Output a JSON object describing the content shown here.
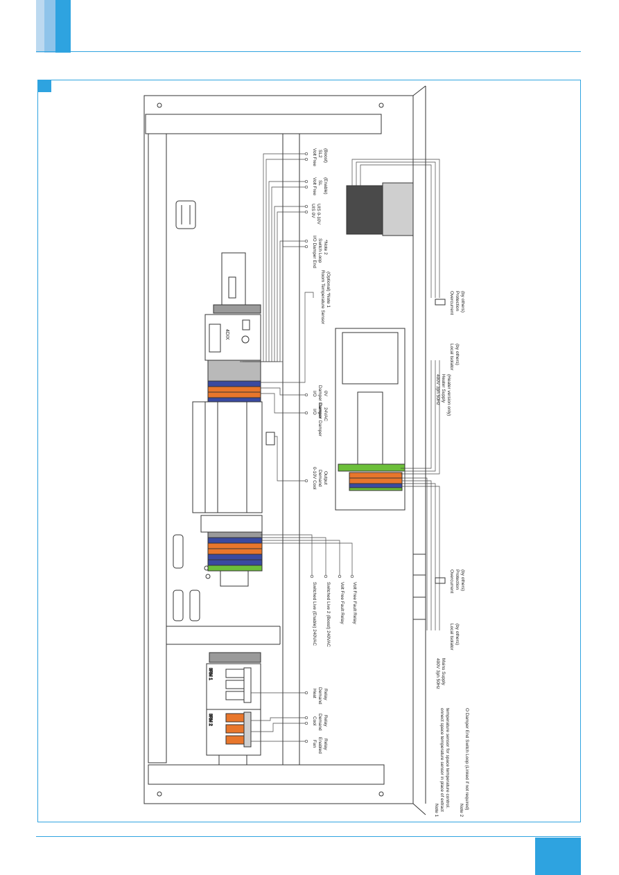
{
  "colors": {
    "accent": "#2ea3e0",
    "terminal_orange": "#e8762b",
    "terminal_blue": "#3a4aa0",
    "terminal_green": "#6cbf3a",
    "terminal_grey": "#9a9a9a",
    "contactor_dark": "#4a4a4a"
  },
  "labels": {
    "volt_free_sl2": [
      "Volt Free",
      "SL2",
      "(Boost)"
    ],
    "volt_free_sl": [
      "Volt Free",
      "SL",
      "(Enable)"
    ],
    "uis_0v": "UIS 0V",
    "uis_0_10v": "UIS 0-10V",
    "damper_end_switch": [
      "I/O Damper End",
      "Switch Loop",
      "*Note 2"
    ],
    "room_temp_sensor": [
      "Room Temperature Sensor",
      "(Optional) *Note 1"
    ],
    "damper_0v": [
      "I/O",
      "Damper Damper",
      "0V"
    ],
    "damper_24vac": [
      "I/O",
      "Damper Damper",
      "24VAC"
    ],
    "cool_demand_output": [
      "0-10V Cool",
      "Demand",
      "Output"
    ],
    "switched_live_enable": "Switched Live (Enable) 240VAC",
    "switched_live_boost": "Switched Live 2 (Boost) 240VAC",
    "volt_free_fault_1": "Volt Free Fault Relay",
    "volt_free_fault_2": "Volt Free Fault Relay",
    "heat_demand_relay": [
      "Heat",
      "Demand",
      "Relay"
    ],
    "cool_demand_relay": [
      "Cool",
      "Demand",
      "Relay"
    ],
    "fan_enabled_relay": [
      "Fan",
      "Enabled",
      "Relay"
    ],
    "heater_supply": [
      "400V 3ph 50Hz",
      "Heater Supply",
      "(Heater version only)"
    ],
    "heater_isolator": [
      "Local Isolator",
      "(by others)"
    ],
    "heater_overcurrent": [
      "Overcurrent",
      "Protection",
      "(by others)"
    ],
    "main_supply": [
      "400V 3ph 50Hz",
      "Mains Supply"
    ],
    "main_isolator": [
      "Local Isolator",
      "(by others)"
    ],
    "main_overcurrent": [
      "Overcurrent",
      "Protection",
      "(by others)"
    ],
    "controller": "4DIX",
    "relay_1": "3RM 1",
    "relay_2": "3RM 2",
    "notes": [
      "Note 1",
      "onnect space temperature sensor in place of extract",
      "temperature sensor for space temperature control.",
      "Note 2",
      "O Damper End Switch Loop (Linked if not required)"
    ]
  }
}
